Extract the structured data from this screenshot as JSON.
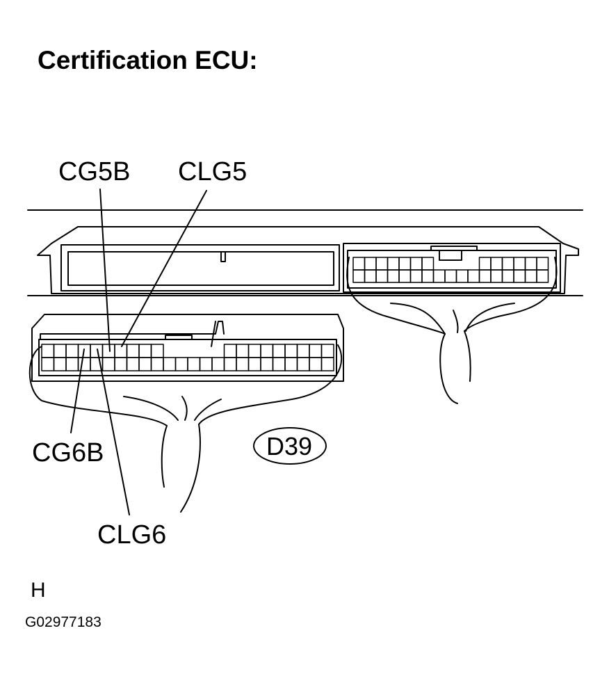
{
  "title": "Certification ECU:",
  "labels": {
    "cg5b": "CG5B",
    "clg5": "CLG5",
    "cg6b": "CG6B",
    "clg6": "CLG6",
    "connector": "D39"
  },
  "view_mark": "H",
  "figure_code": "G02977183"
}
